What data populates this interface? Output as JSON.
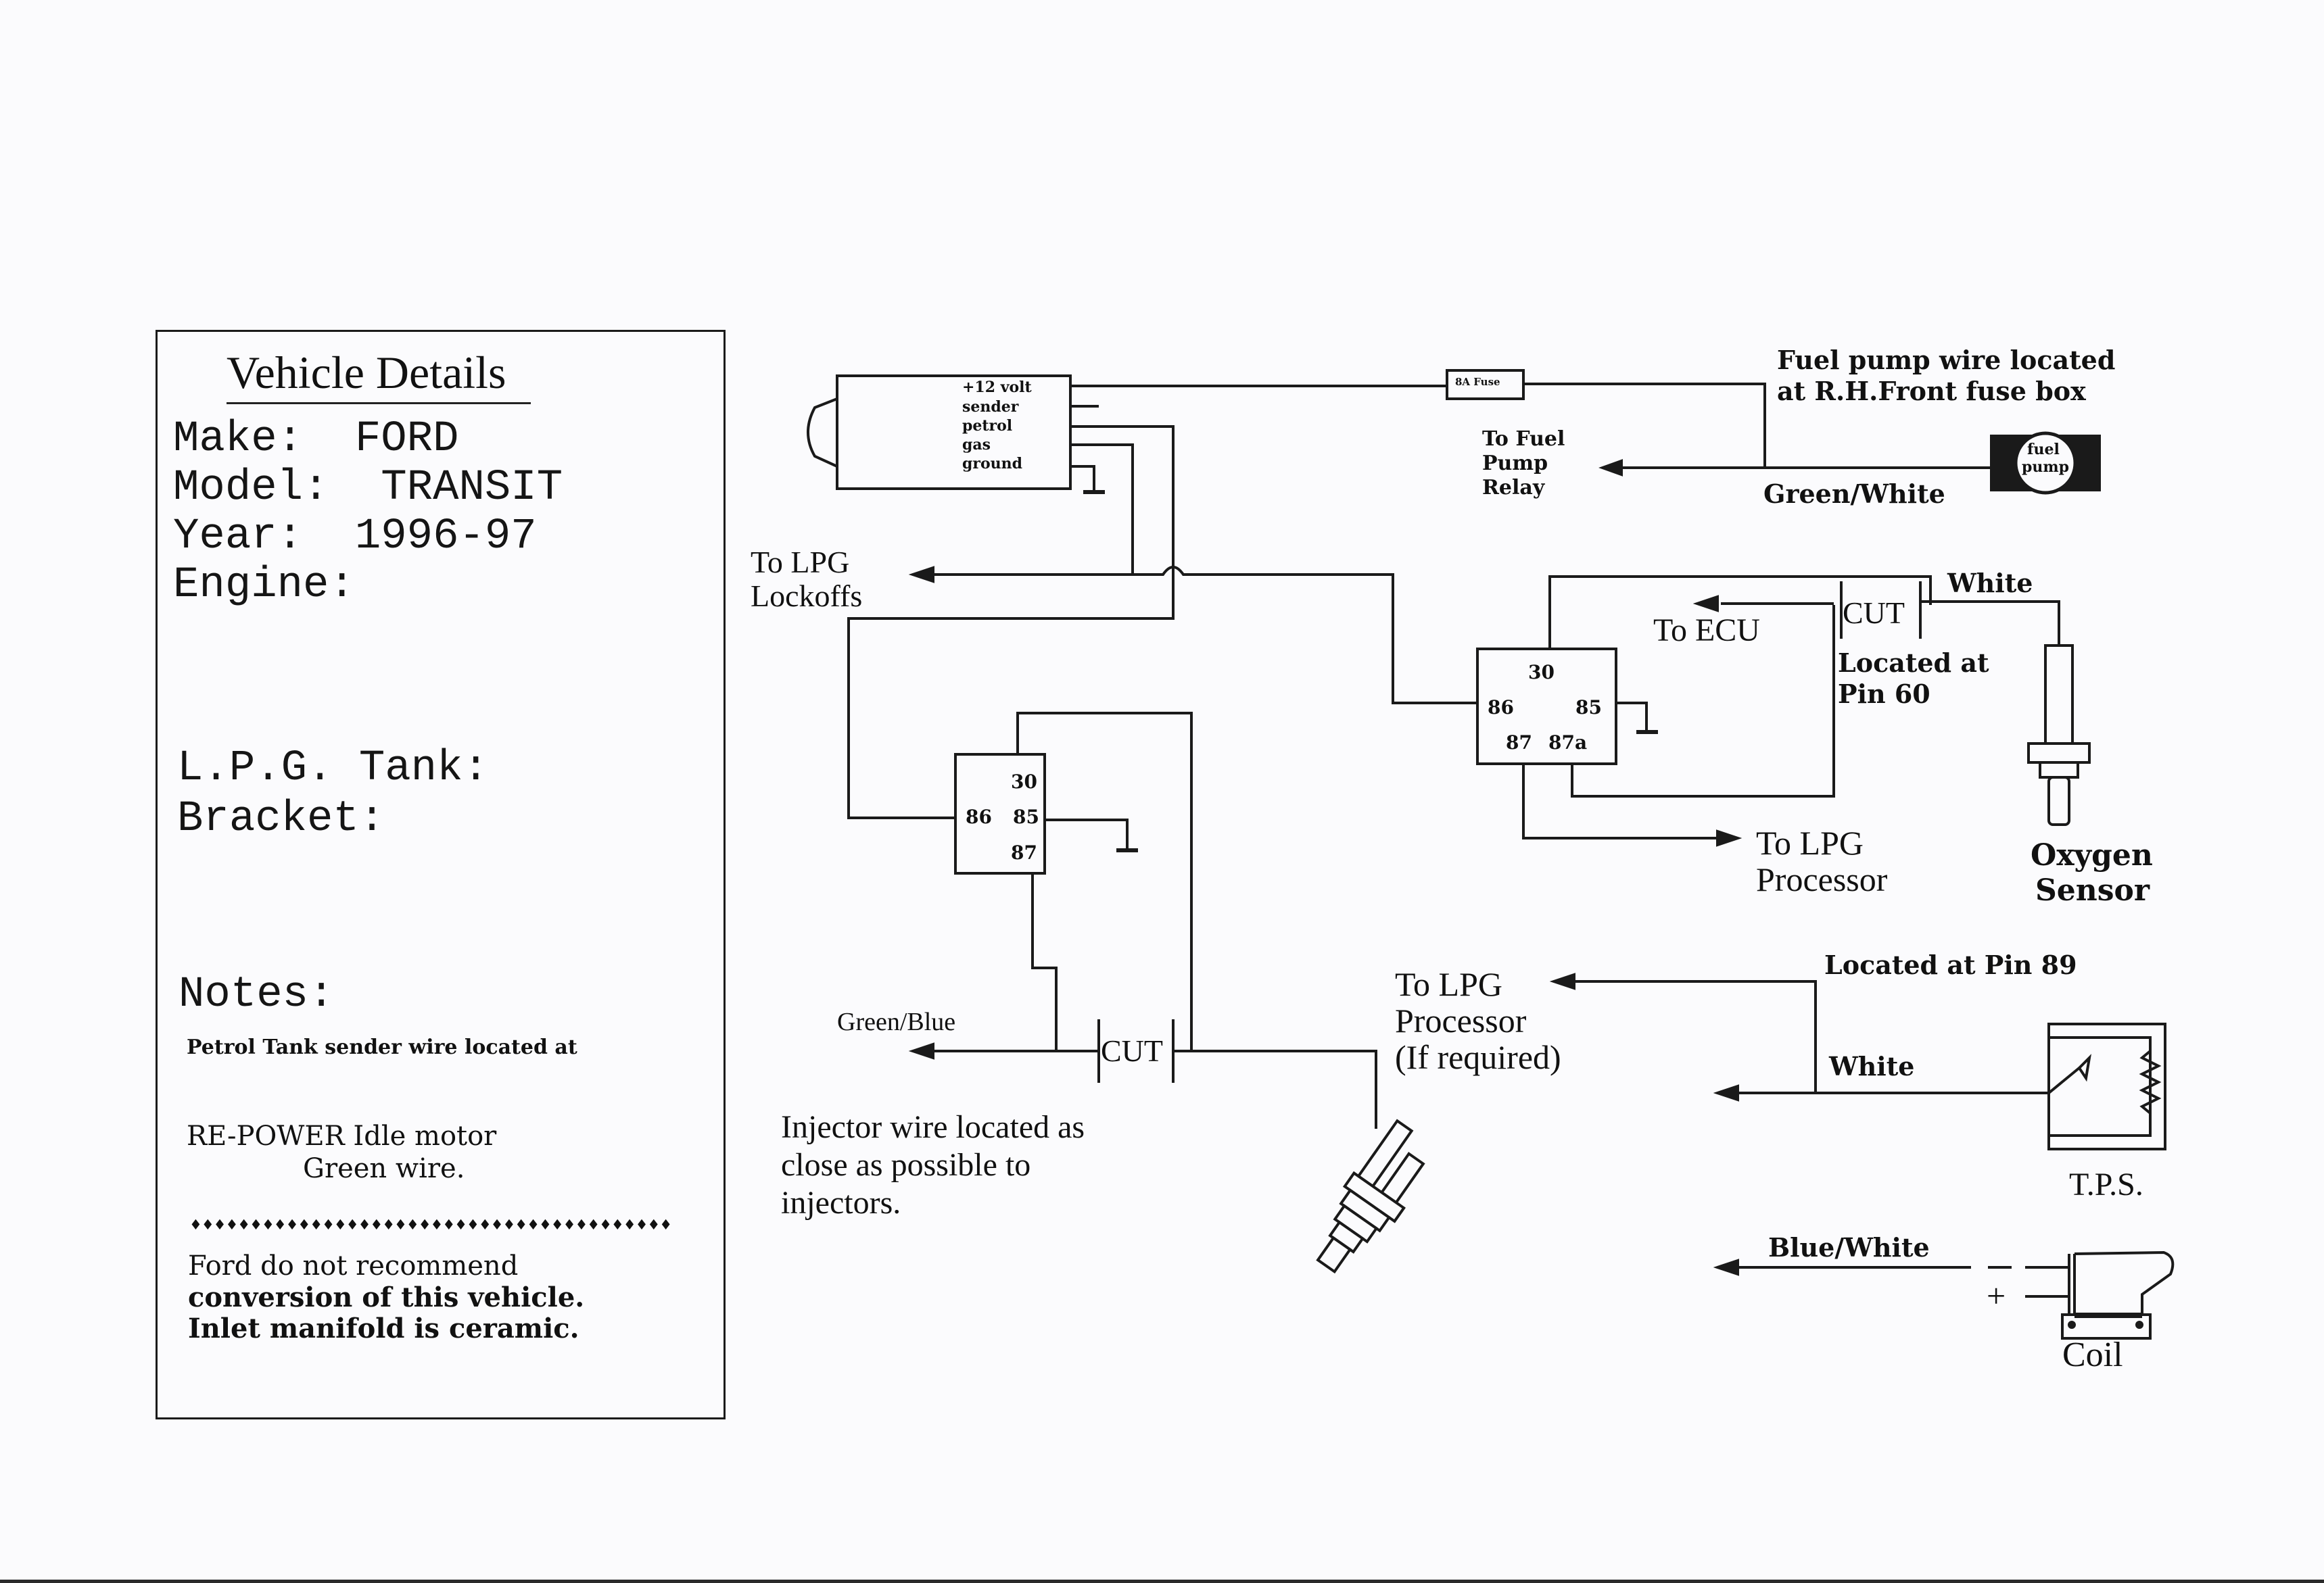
{
  "vehicle_details": {
    "title": "Vehicle Details",
    "make_label": "Make:",
    "make_value": "FORD",
    "model_label": "Model:",
    "model_value": "TRANSIT",
    "year_label": "Year:",
    "year_value": "1996-97",
    "engine_label": "Engine:",
    "engine_value": "",
    "lpg_tank_label": "L.P.G. Tank:",
    "bracket_label": "Bracket:",
    "notes_label": "Notes:",
    "note_1": "Petrol Tank sender wire located at",
    "note_2_line1": "RE-POWER Idle motor",
    "note_2_line2": "Green wire.",
    "separator": "♦♦♦♦♦♦♦♦♦♦♦♦♦♦♦♦♦♦♦♦♦♦♦♦♦♦♦♦♦♦♦♦♦♦♦♦♦♦♦♦",
    "warning_line1": "Ford do not recommend",
    "warning_line2": "conversion of this vehicle.",
    "warning_line3": "Inlet manifold is ceramic."
  },
  "sender_switch": {
    "terminals": [
      "+12 volt",
      "sender",
      "petrol",
      "gas",
      "ground"
    ]
  },
  "fuse": {
    "label": "8A Fuse"
  },
  "fuel_pump": {
    "note_line1": "Fuel pump wire located",
    "note_line2": "at R.H.Front fuse box",
    "relay_line1": "To Fuel",
    "relay_line2": "Pump",
    "relay_line3": "Relay",
    "wire_color": "Green/White",
    "icon_line1": "fuel",
    "icon_line2": "pump"
  },
  "lockoffs": {
    "line1": "To LPG",
    "line2": "Lockoffs"
  },
  "relay_injector": {
    "pins": {
      "p30": "30",
      "p86": "86",
      "p85": "85",
      "p87": "87"
    }
  },
  "relay_oxygen": {
    "pins": {
      "p30": "30",
      "p86": "86",
      "p85": "85",
      "p87": "87",
      "p87a": "87a"
    }
  },
  "oxygen": {
    "to_ecu": "To ECU",
    "cut": "CUT",
    "wire_color": "White",
    "located_line1": "Located at",
    "located_line2": "Pin 60",
    "to_lpg_line1": "To LPG",
    "to_lpg_line2": "Processor",
    "sensor_line1": "Oxygen",
    "sensor_line2": "Sensor"
  },
  "injector": {
    "wire_color": "Green/Blue",
    "cut": "CUT",
    "note_line1": "Injector wire located as",
    "note_line2": "close as possible to",
    "note_line3": "injectors."
  },
  "tps": {
    "to_lpg_line1": "To LPG",
    "to_lpg_line2": "Processor",
    "to_lpg_line3": "(If required)",
    "located": "Located at Pin 89",
    "wire_color": "White",
    "label": "T.P.S."
  },
  "coil": {
    "wire_color": "Blue/White",
    "minus": "-",
    "plus": "+",
    "label": "Coil"
  }
}
